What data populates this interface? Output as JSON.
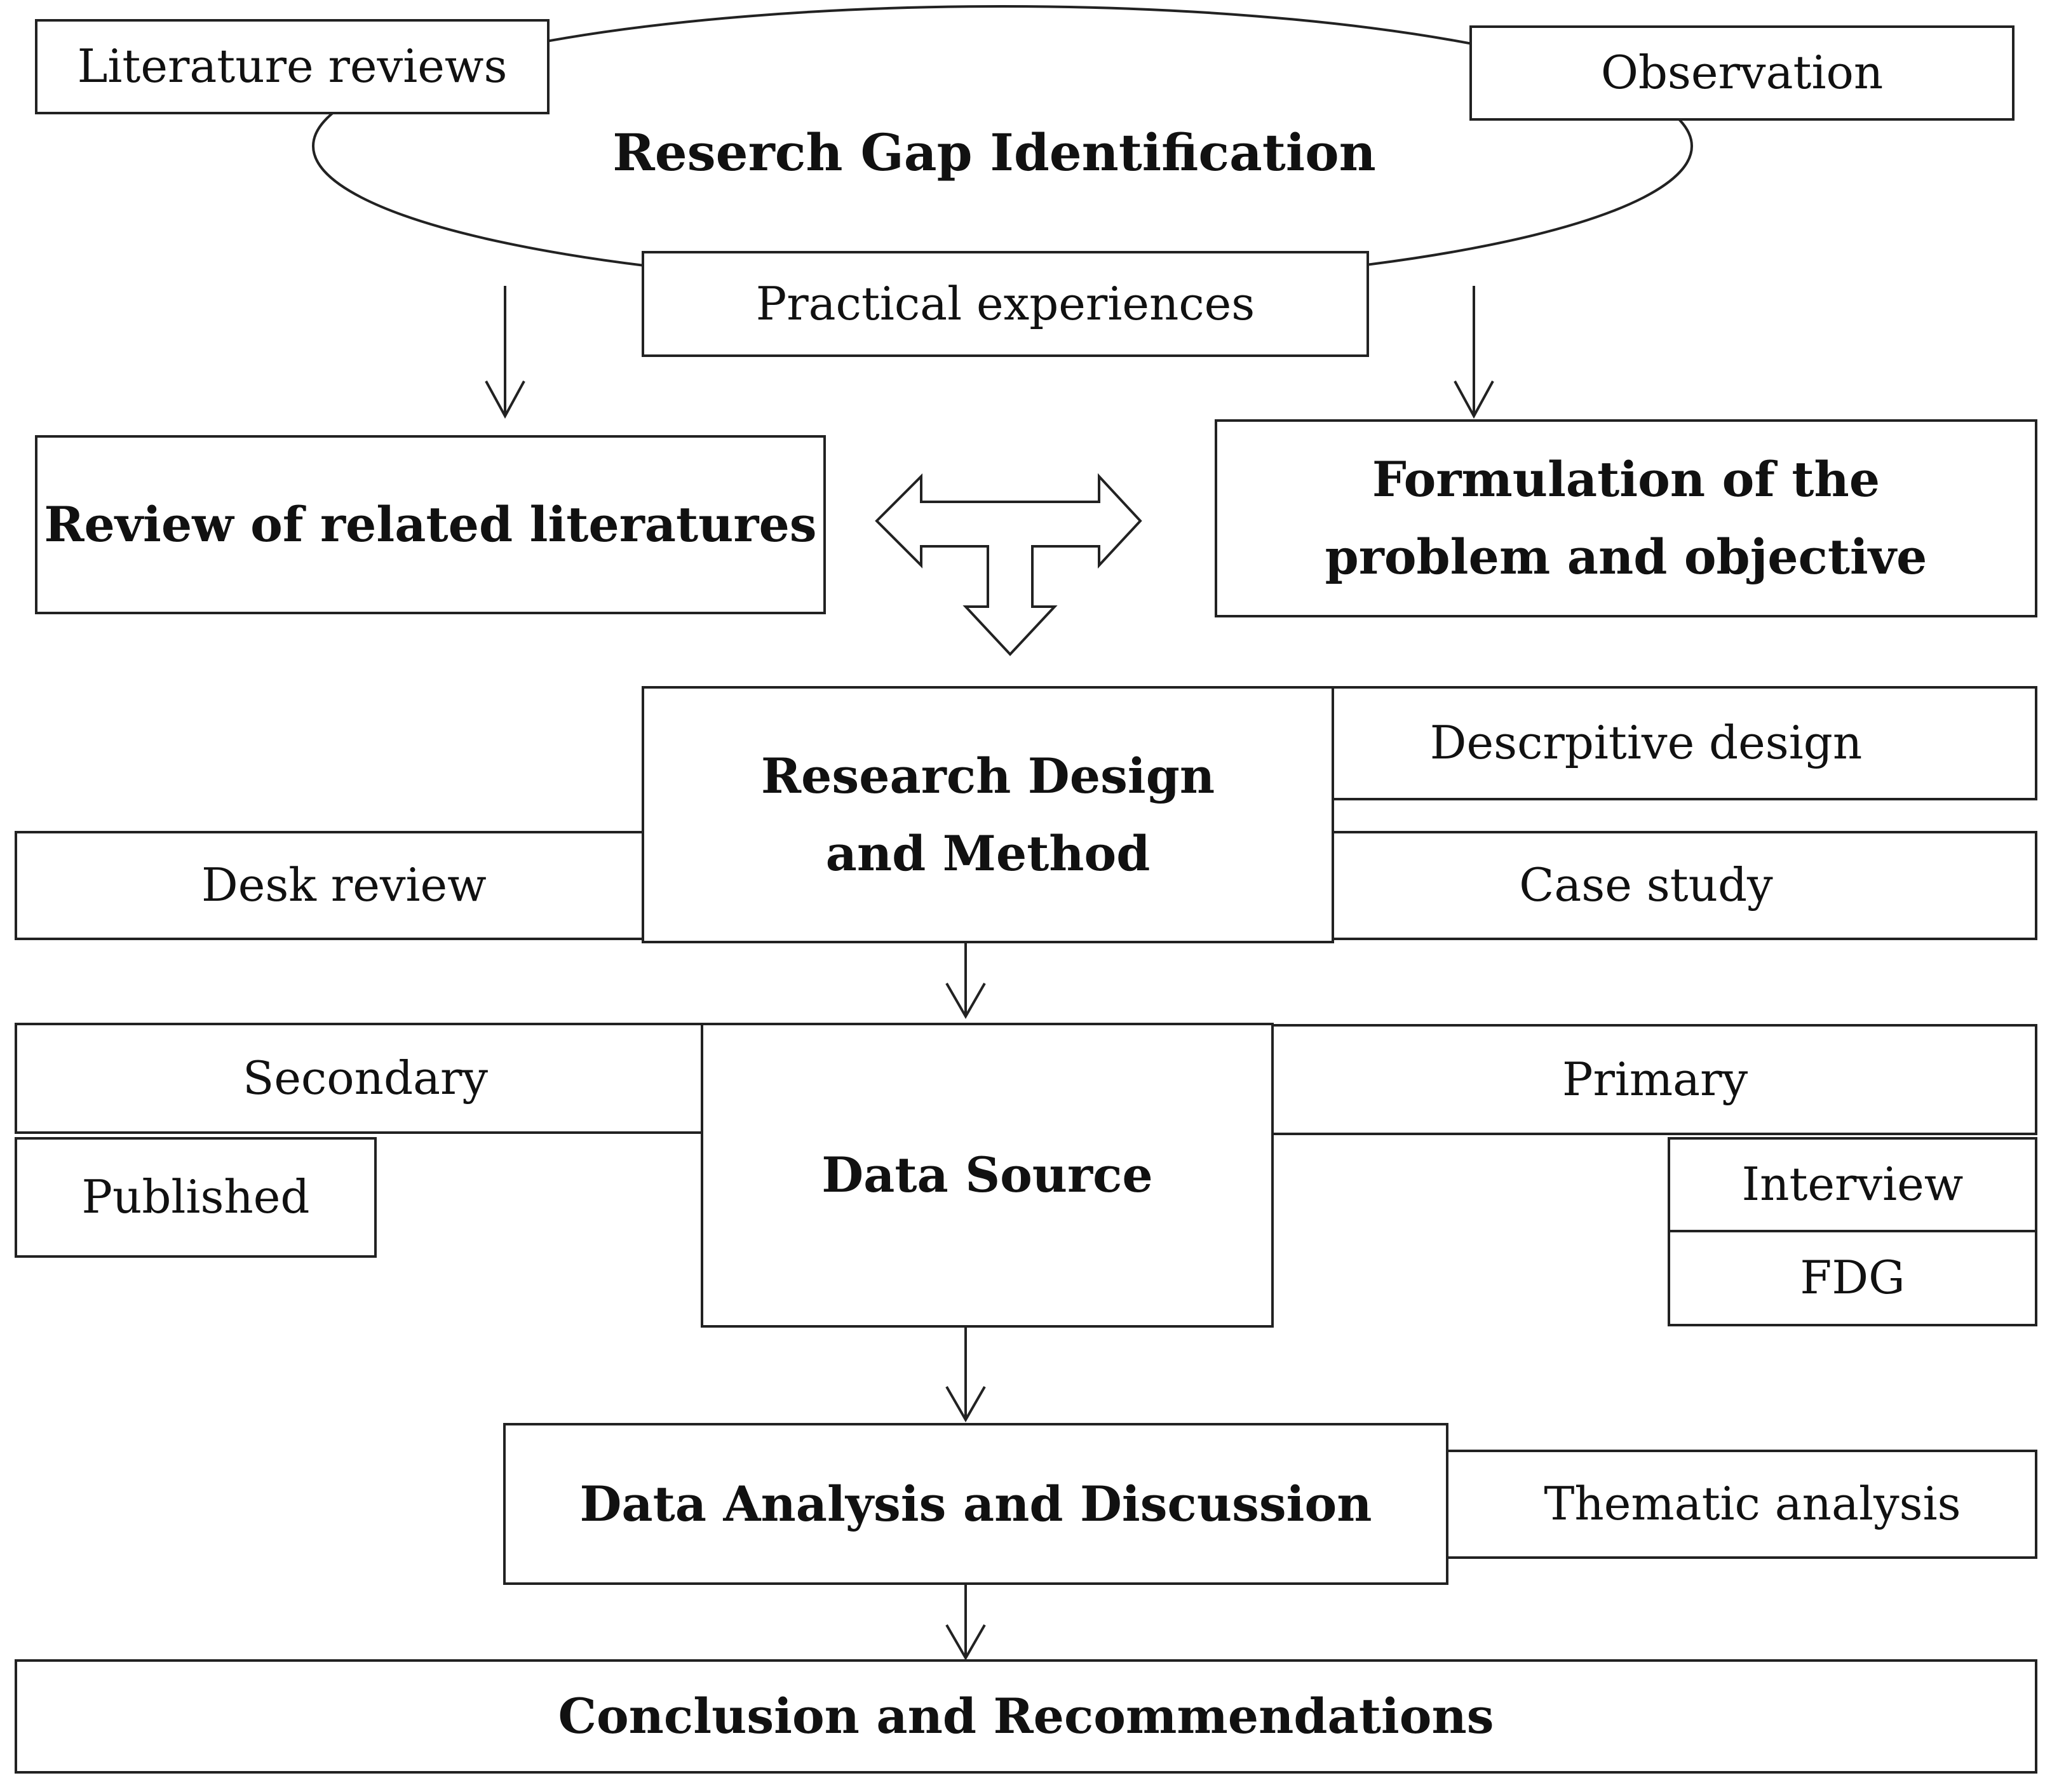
{
  "gap": {
    "title": "Reserch Gap Identification",
    "literature_reviews": "Literature reviews",
    "observation": "Observation",
    "practical_experiences": "Practical experiences"
  },
  "review": {
    "label": "Review of related literatures"
  },
  "formulation": {
    "label": "Formulation of the problem and objective"
  },
  "design": {
    "title": "Research Design and Method",
    "desk_review": "Desk review",
    "descriptive_design": "Descrpitive design",
    "case_study": "Case study"
  },
  "data_source": {
    "title": "Data Source",
    "secondary": "Secondary",
    "published": "Published",
    "primary": "Primary",
    "interview": "Interview",
    "fdg": "FDG"
  },
  "analysis": {
    "title": "Data Analysis and Discussion",
    "thematic": "Thematic analysis"
  },
  "conclusion": {
    "label": "Conclusion and Recommendations"
  }
}
